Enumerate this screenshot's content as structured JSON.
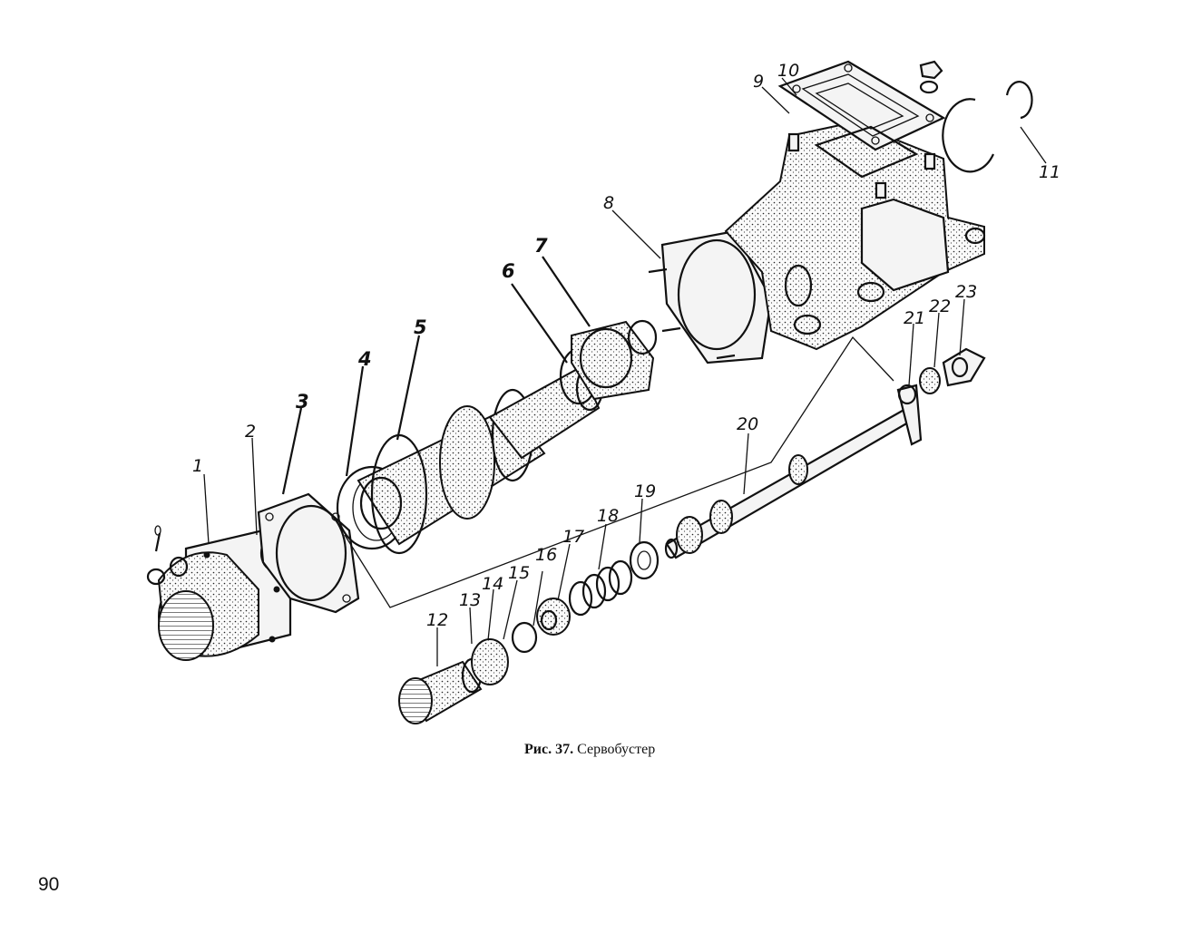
{
  "figure": {
    "caption_label": "Рис. 37.",
    "caption_text": "Сервобустер",
    "callouts": [
      {
        "id": "1",
        "text": "1"
      },
      {
        "id": "2",
        "text": "2"
      },
      {
        "id": "3",
        "text": "3"
      },
      {
        "id": "4",
        "text": "4"
      },
      {
        "id": "5",
        "text": "5"
      },
      {
        "id": "6",
        "text": "6"
      },
      {
        "id": "7",
        "text": "7"
      },
      {
        "id": "8",
        "text": "8"
      },
      {
        "id": "9",
        "text": "9"
      },
      {
        "id": "10",
        "text": "10"
      },
      {
        "id": "11",
        "text": "11"
      },
      {
        "id": "12",
        "text": "12"
      },
      {
        "id": "13",
        "text": "13"
      },
      {
        "id": "14",
        "text": "14"
      },
      {
        "id": "15",
        "text": "15"
      },
      {
        "id": "16",
        "text": "16"
      },
      {
        "id": "17",
        "text": "17"
      },
      {
        "id": "18",
        "text": "18"
      },
      {
        "id": "19",
        "text": "19"
      },
      {
        "id": "20",
        "text": "20"
      },
      {
        "id": "21",
        "text": "21"
      },
      {
        "id": "22",
        "text": "22"
      },
      {
        "id": "23",
        "text": "23"
      }
    ]
  },
  "page": {
    "number": "90"
  }
}
